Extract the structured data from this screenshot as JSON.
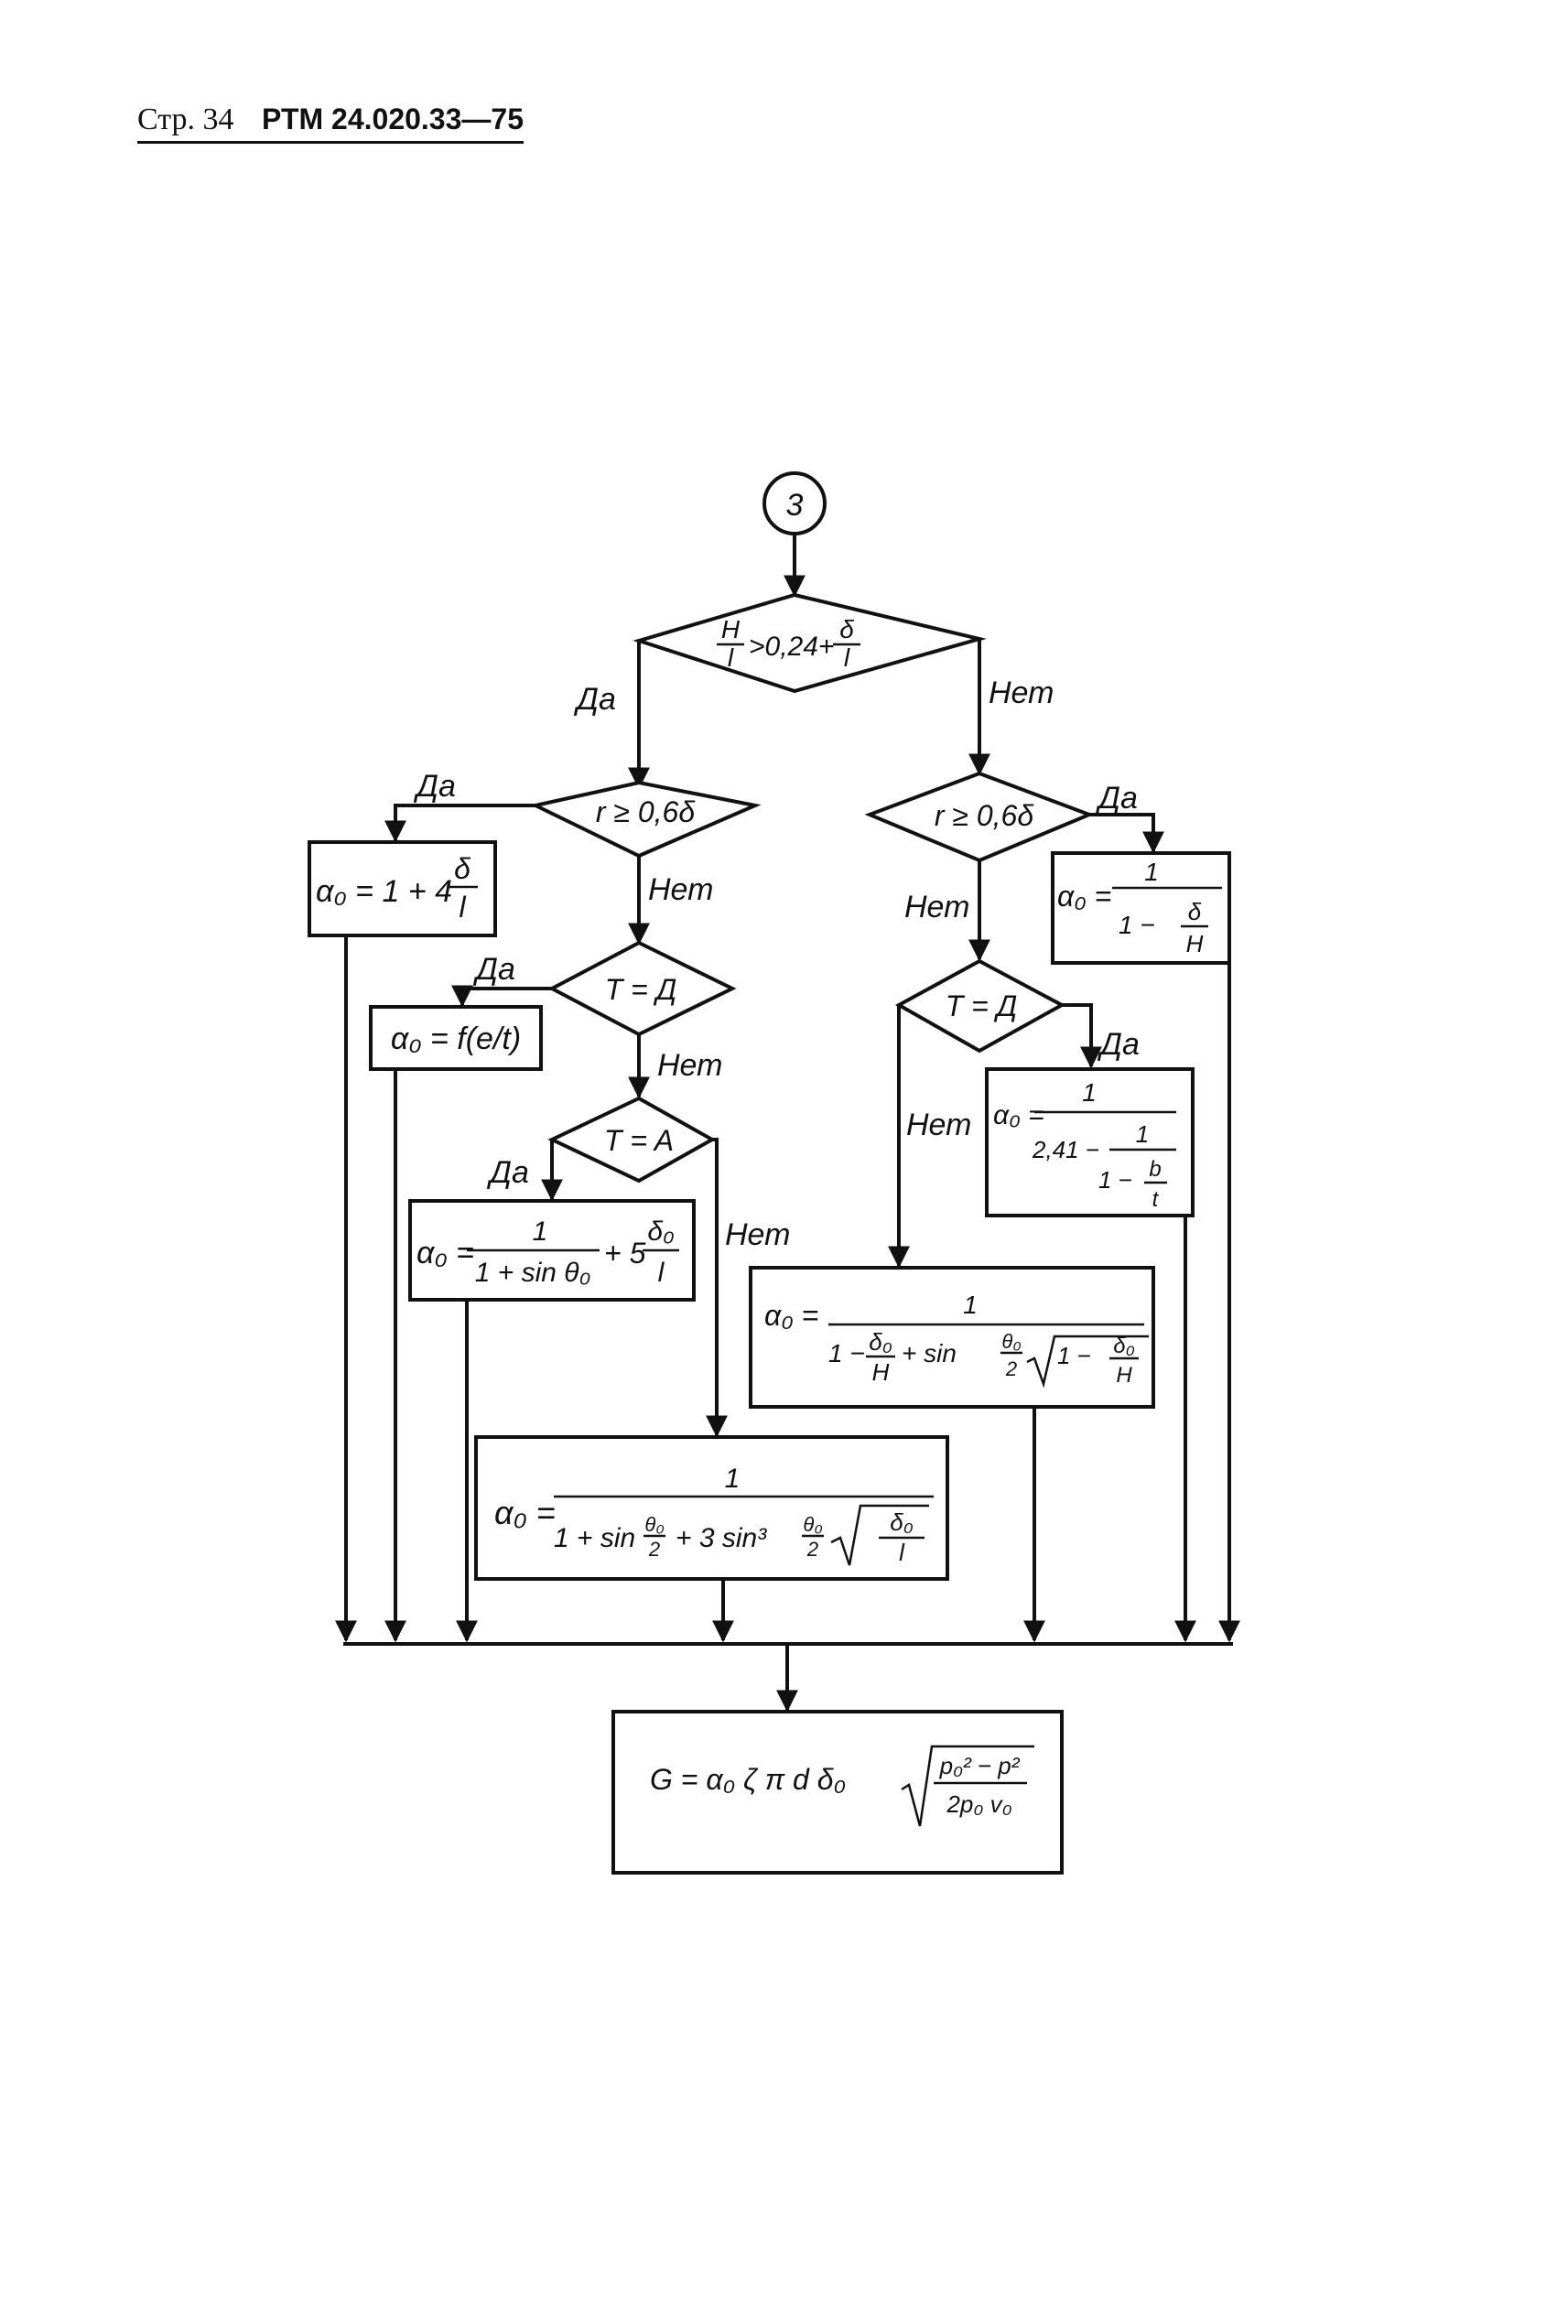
{
  "header": {
    "page_label": "Стр. 34",
    "doc_code": "РТМ 24.020.33—75"
  },
  "connector": {
    "label": "3"
  },
  "labels": {
    "yes": "Да",
    "no": "Нет"
  },
  "conditions": {
    "main": {
      "lhs_num": "H",
      "lhs_den": "l",
      "mid": ">0,24+",
      "rhs_num": "δ",
      "rhs_den": "l"
    },
    "left_r": "r ≥ 0,6δ",
    "right_r": "r ≥ 0,6δ",
    "left_td": "T = Д",
    "left_ta": "T = A",
    "right_td": "T = Д"
  },
  "formulas": {
    "f1": {
      "lhs": "α₀ = 1 + 4",
      "num": "δ",
      "den": "l"
    },
    "f2": {
      "text": "α₀ = f(e/t)"
    },
    "f3": {
      "lhs": "α₀ =",
      "num": "1",
      "den": "1 + sin θ₀",
      "plus": "+ 5",
      "num2": "δ₀",
      "den2": "l"
    },
    "f4": {
      "lhs": "α₀ =",
      "num": "1",
      "den_a": "1 + sin",
      "th": "θ₀",
      "two": "2",
      "den_b": "+ 3  sin³",
      "th2": "θ₀",
      "two2": "2",
      "sq_num": "δ₀",
      "sq_den": "l"
    },
    "f5": {
      "lhs": "α₀ =",
      "num": "1",
      "one": "1 −",
      "d0": "δ₀",
      "h": "H",
      "plus_sin": "+ sin",
      "th": "θ₀",
      "two": "2",
      "sq_one": "1 −",
      "sq_d0": "δ₀",
      "sq_h": "H"
    },
    "f6": {
      "lhs": "α₀ =",
      "num": "1",
      "two41": "2,41 −",
      "inner_num": "1",
      "one": "1 −",
      "b": "b",
      "t": "t"
    },
    "f7": {
      "lhs": "α₀ =",
      "num": "1",
      "one": "1 −",
      "d": "δ",
      "h": "H"
    },
    "final": {
      "lhs": "G = α₀ ζ π d   δ₀",
      "sq_num": "p₀² − p²",
      "sq_den": "2p₀ v₀"
    }
  }
}
